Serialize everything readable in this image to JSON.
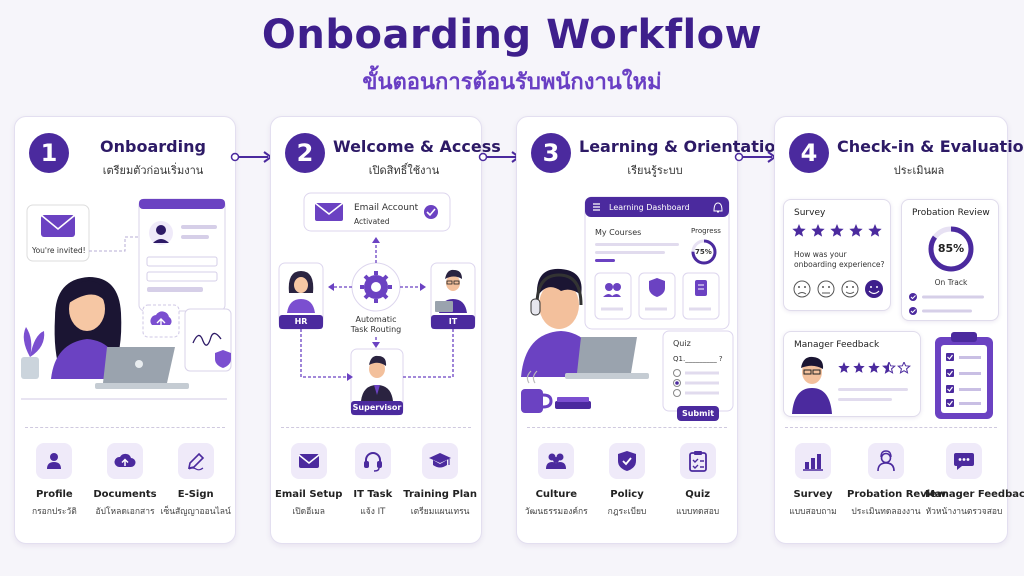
{
  "header": {
    "title": "Onboarding Workflow",
    "subtitle": "ขั้นตอนการต้อนรับพนักงานใหม่"
  },
  "colors": {
    "primary": "#4b2a9e",
    "accent": "#7b4fd0",
    "light": "#efeaf9"
  },
  "steps": [
    {
      "number": "1",
      "title": "Onboarding",
      "subtitle": "เตรียมตัวก่อนเริ่มงาน",
      "illustration": {
        "invite_text": "You're invited!"
      },
      "tiles": [
        {
          "icon": "person-icon",
          "label": "Profile",
          "sub": "กรอกประวัติ"
        },
        {
          "icon": "cloud-upload-icon",
          "label": "Documents",
          "sub": "อัปโหลดเอกสาร"
        },
        {
          "icon": "pen-icon",
          "label": "E-Sign",
          "sub": "เซ็นสัญญาออนไลน์"
        }
      ]
    },
    {
      "number": "2",
      "title": "Welcome & Access",
      "subtitle": "เปิดสิทธิ์ใช้งาน",
      "illustration": {
        "email_title": "Email Account",
        "email_status": "Activated",
        "routing_label_1": "Automatic",
        "routing_label_2": "Task Routing",
        "hr": "HR",
        "it": "IT",
        "supervisor": "Supervisor"
      },
      "tiles": [
        {
          "icon": "envelope-icon",
          "label": "Email Setup",
          "sub": "เปิดอีเมล"
        },
        {
          "icon": "headset-icon",
          "label": "IT Task",
          "sub": "แจ้ง IT"
        },
        {
          "icon": "graduation-cap-icon",
          "label": "Training Plan",
          "sub": "เตรียมแผนเทรน"
        }
      ]
    },
    {
      "number": "3",
      "title": "Learning & Orientation",
      "subtitle": "เรียนรู้ระบบ",
      "illustration": {
        "dashboard_title": "Learning Dashboard",
        "my_courses": "My Courses",
        "progress_label": "Progress",
        "progress_value": "75%",
        "progress_fraction": 0.75,
        "quiz_title": "Quiz",
        "quiz_question": "Q1._________ ?",
        "submit": "Submit"
      },
      "tiles": [
        {
          "icon": "people-icon",
          "label": "Culture",
          "sub": "วัฒนธรรมองค์กร"
        },
        {
          "icon": "shield-check-icon",
          "label": "Policy",
          "sub": "กฎระเบียบ"
        },
        {
          "icon": "clipboard-icon",
          "label": "Quiz",
          "sub": "แบบทดสอบ"
        }
      ]
    },
    {
      "number": "4",
      "title": "Check-in & Evaluation",
      "subtitle": "ประเมินผล",
      "illustration": {
        "survey_title": "Survey",
        "survey_q1": "How was your",
        "survey_q2": "onboarding experience?",
        "survey_stars": 5,
        "probation_title": "Probation Review",
        "probation_value": "85%",
        "probation_fraction": 0.85,
        "probation_status": "On Track",
        "manager_title": "Manager Feedback",
        "manager_rating": 3.5
      },
      "tiles": [
        {
          "icon": "bar-chart-icon",
          "label": "Survey",
          "sub": "แบบสอบถาม"
        },
        {
          "icon": "reviewer-icon",
          "label": "Probation Review",
          "sub": "ประเมินทดลองงาน"
        },
        {
          "icon": "chat-bubble-icon",
          "label": "Manager Feedback",
          "sub": "หัวหน้างานตรวจสอบ"
        }
      ]
    }
  ]
}
